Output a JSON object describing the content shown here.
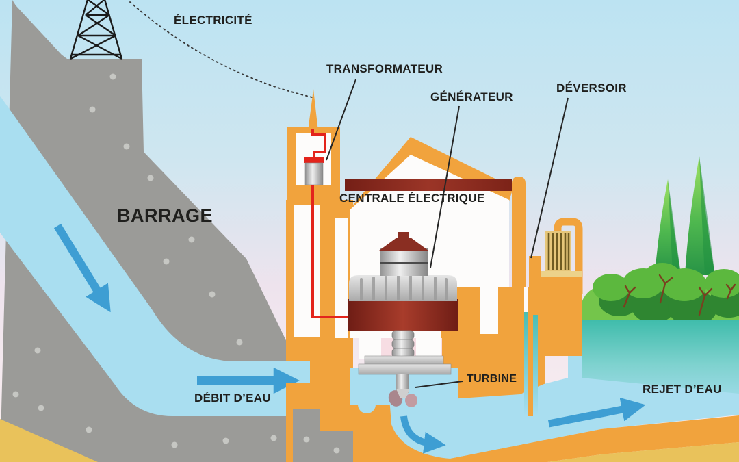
{
  "diagram": {
    "labels": {
      "electricite": "ÉLECTRICITÉ",
      "transformateur": "TRANSFORMATEUR",
      "generateur": "GÉNÉRATEUR",
      "deversoir": "DÉVERSOIR",
      "barrage": "BARRAGE",
      "centrale_electrique": "CENTRALE ÉLECTRIQUE",
      "debit_eau": "DÉBIT D’EAU",
      "turbine": "TURBINE",
      "rejet_eau": "REJET D’EAU"
    },
    "colors": {
      "sky_blue": "#bfe4f2",
      "sky_pink": "#f6e9ee",
      "dam_grey": "#9b9b98",
      "dam_speckle": "#c6c7c3",
      "water_light": "#a9def0",
      "water_teal": "#3fbcab",
      "arrow_blue": "#3e9ed3",
      "structure_orange": "#f1a33d",
      "machine_dark_red": "#8c2a20",
      "wire_red": "#e3241c",
      "ground_tan": "#e9c25b",
      "bank_green": "#74c54b",
      "bush_green_light": "#5cb83e",
      "bush_green_dark": "#2f8631",
      "gate_tan": "#e6c67a",
      "label_text": "#1f1f1d"
    }
  }
}
